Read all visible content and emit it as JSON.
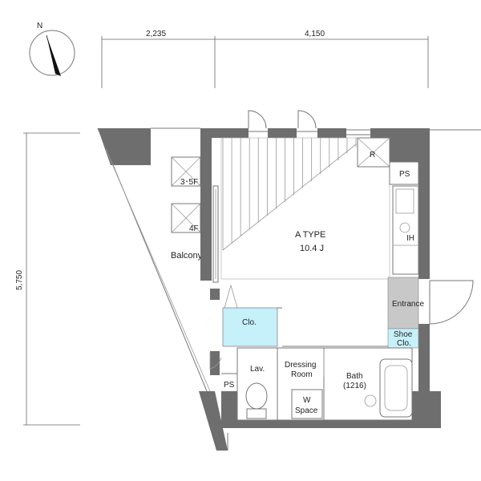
{
  "compass": {
    "label": "N",
    "icon": "north-arrow-icon"
  },
  "dimensions": {
    "width_left": "2,235",
    "width_right": "4,150",
    "height": "5,750"
  },
  "unit": {
    "type_label": "A TYPE",
    "area_label": "10.4  J"
  },
  "rooms": {
    "balcony": "Balcony",
    "entrance": "Entrance",
    "closet": "Clo.",
    "shoe_closet_line1": "Shoe",
    "shoe_closet_line2": "Clo.",
    "lavatory": "Lav.",
    "dressing_line1": "Dressing",
    "dressing_line2": "Room",
    "bath_line1": "Bath",
    "bath_line2": "(1216)",
    "washer_line1": "W",
    "washer_line2": "Space",
    "ps_top": "PS",
    "ps_bottom": "PS",
    "refrigerator": "R",
    "ih": "IH",
    "outdoor_unit_1": "3･5F",
    "outdoor_unit_2": "4F"
  },
  "colors": {
    "wall": "#6e6e6e",
    "closet_fill": "#c6f0fa",
    "entrance_fill": "#c8c8c8"
  }
}
